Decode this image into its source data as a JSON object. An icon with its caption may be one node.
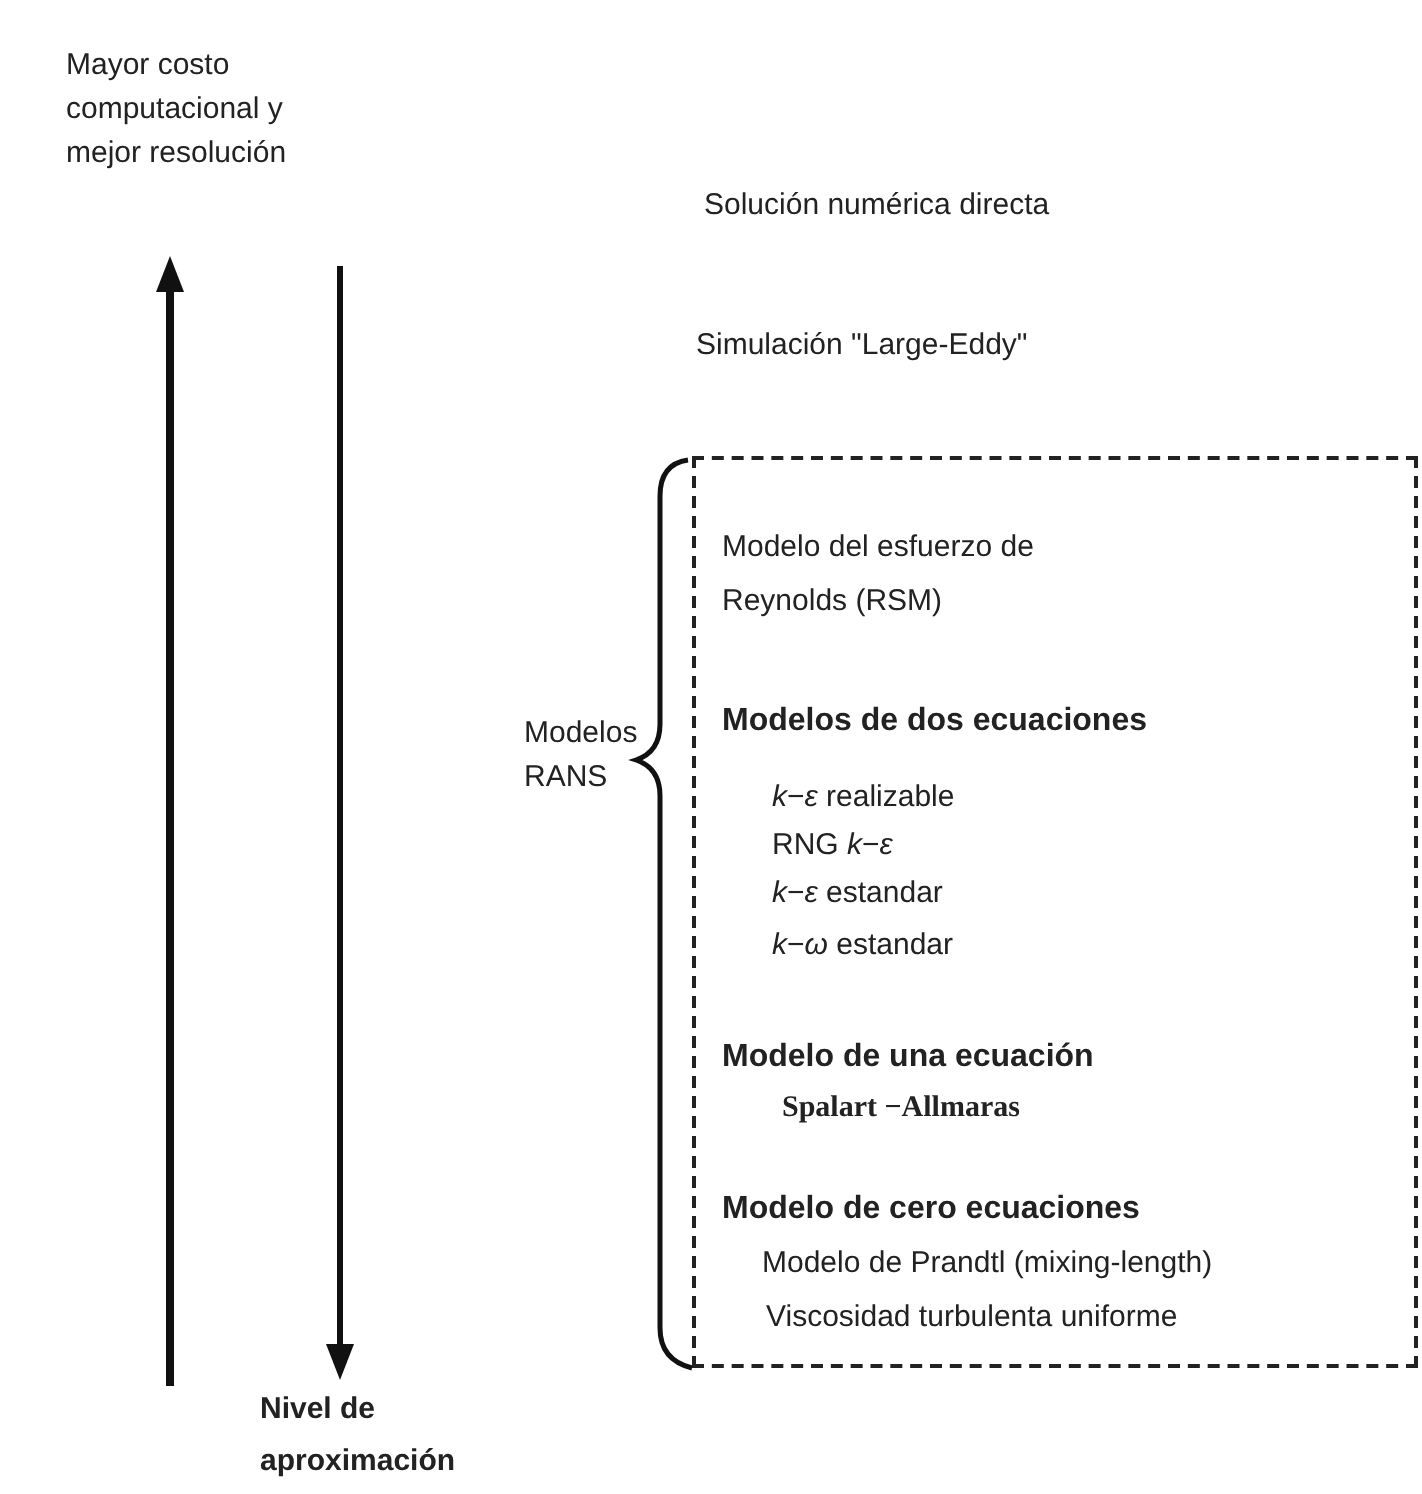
{
  "diagram": {
    "nodes": [
      {
        "text": [
          "Modelo del esfuerzo de Reynolds (RSM)",
          "Modelos de dos ecuaciones",
          "*k*−*ε* realizable",
          "RNG *k*−*ε*",
          "*k*−*ε* estandar",
          "*k*−*ω* estandar",
          "Modelo de una ecuación",
          "Spalart −Allmaras",
          "Modelo de cero ecuaciones",
          "Modelo de Prandtl (mixing-length)",
          "Viscosidad turbulenta uniforme"
        ],
        "beside": [
          "Modelos RANS"
        ]
      }
    ],
    "labels": [
      "Mayor costo computacional y mejor resolución",
      "Solución numérica directa",
      "Simulación \"Large-Eddy\"",
      "Nivel de aproximación"
    ]
  }
}
